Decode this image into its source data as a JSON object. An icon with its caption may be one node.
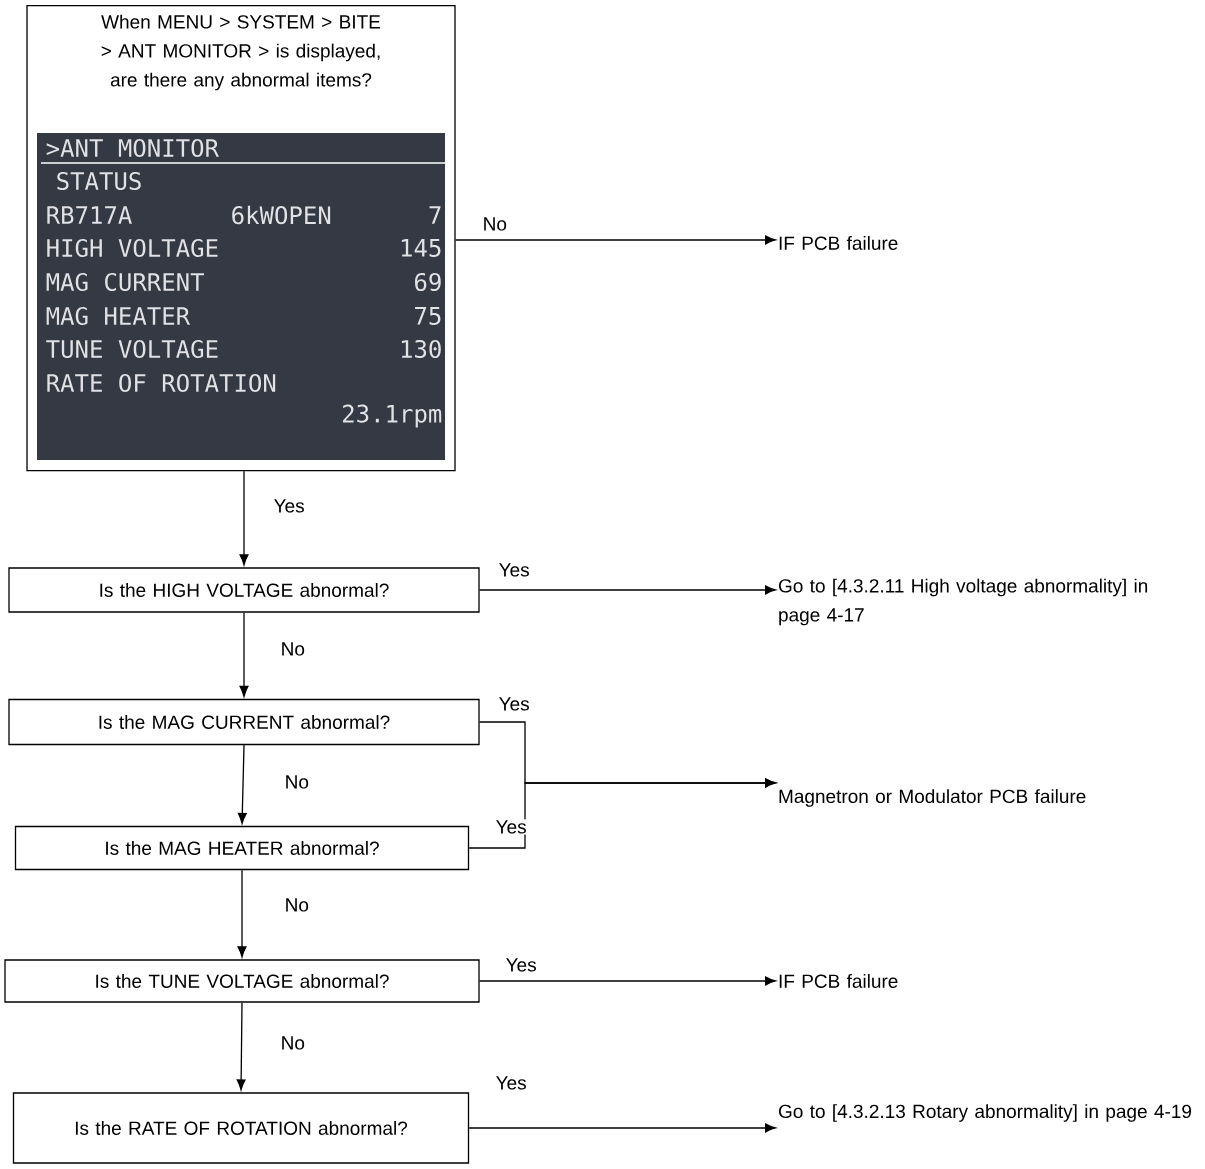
{
  "diagram": {
    "nodes": [
      {
        "text": [
          "When MENU > SYSTEM > BITE > ANT MONITOR > is displayed, are there any abnormal items?"
        ]
      },
      {
        "text": [
          "IF PCB failure"
        ]
      },
      {
        "text": [
          "Is the HIGH VOLTAGE abnormal?"
        ]
      },
      {
        "text": [
          "Go to [4.3.2.11 High voltage abnormality] in page 4-17"
        ]
      },
      {
        "text": [
          "Is the MAG CURRENT abnormal?"
        ]
      },
      {
        "text": [
          "Is the MAG HEATER abnormal?"
        ]
      },
      {
        "text": [
          "Magnetron or Modulator PCB failure"
        ]
      },
      {
        "text": [
          "Is the TUNE VOLTAGE abnormal?"
        ]
      },
      {
        "text": [
          "IF PCB failure"
        ]
      },
      {
        "text": [
          "Is the RATE OF ROTATION abnormal?"
        ]
      },
      {
        "text": [
          "Go to [4.3.2.13 Rotary abnormality] in page 4-19"
        ]
      }
    ],
    "edges": [
      {
        "from": 0,
        "to": 1,
        "arrow": "to",
        "label": "No"
      },
      {
        "from": 0,
        "to": 2,
        "arrow": "to",
        "label": "Yes"
      },
      {
        "from": 2,
        "to": 3,
        "arrow": "to",
        "label": "Yes"
      },
      {
        "from": 2,
        "to": 4,
        "arrow": "to",
        "label": "No"
      },
      {
        "from": 4,
        "to": 6,
        "arrow": "to",
        "label": "Yes"
      },
      {
        "from": 4,
        "to": 5,
        "arrow": "to",
        "label": "No"
      },
      {
        "from": 5,
        "to": 6,
        "arrow": "to",
        "label": "Yes"
      },
      {
        "from": 5,
        "to": 7,
        "arrow": "to",
        "label": "No"
      },
      {
        "from": 7,
        "to": 8,
        "arrow": "to",
        "label": "Yes"
      },
      {
        "from": 7,
        "to": 9,
        "arrow": "to",
        "label": "No"
      },
      {
        "from": 9,
        "to": 10,
        "arrow": "to",
        "label": "Yes"
      }
    ],
    "labels": [
      ">ANT MONITOR",
      "STATUS",
      "RB717A",
      "6kWOPEN",
      "7",
      "HIGH VOLTAGE",
      "145",
      "MAG CURRENT",
      "69",
      "MAG HEATER",
      "75",
      "TUNE VOLTAGE",
      "130",
      "RATE OF ROTATION",
      "23.1rpm"
    ]
  }
}
